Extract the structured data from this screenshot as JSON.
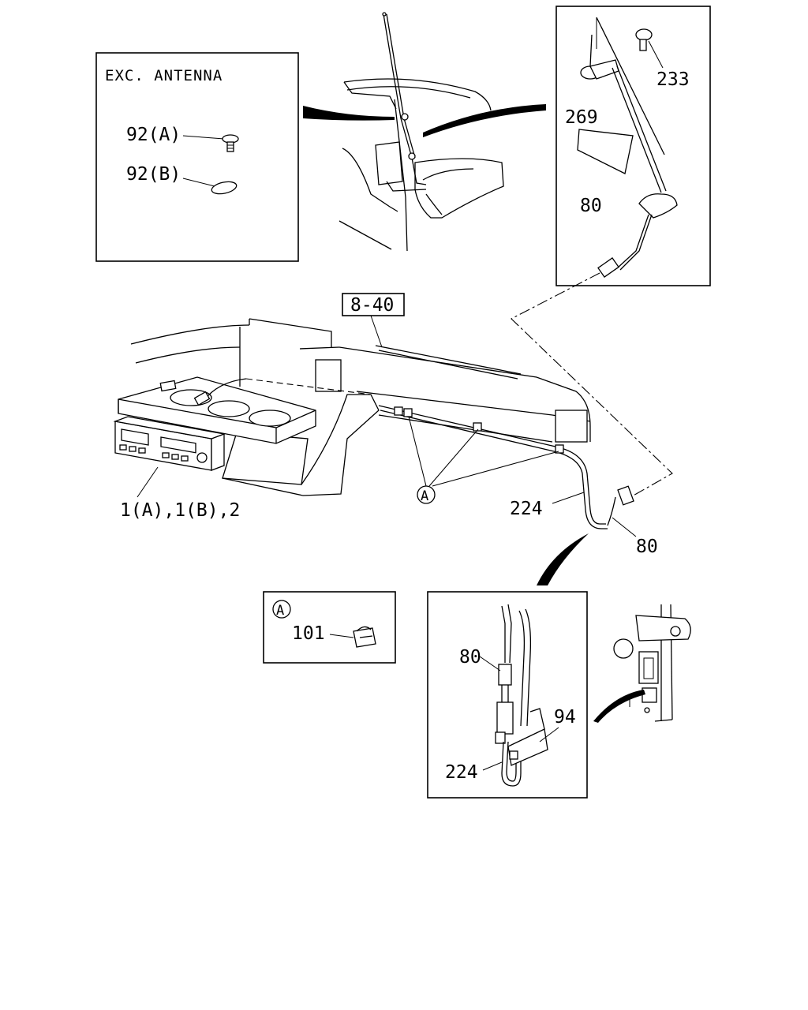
{
  "inset_exc_antenna": {
    "title": "EXC. ANTENNA",
    "label_92a": "92(A)",
    "label_92b": "92(B)"
  },
  "inset_antenna_top": {
    "label_233": "233",
    "label_269": "269",
    "label_80": "80"
  },
  "main": {
    "ref_box": "8-40",
    "label_radio": "1(A),1(B),2",
    "label_224": "224",
    "label_80": "80",
    "callout_a": "A"
  },
  "inset_clip": {
    "callout": "A",
    "label_101": "101"
  },
  "inset_connector": {
    "label_80": "80",
    "label_94": "94",
    "label_224": "224"
  }
}
